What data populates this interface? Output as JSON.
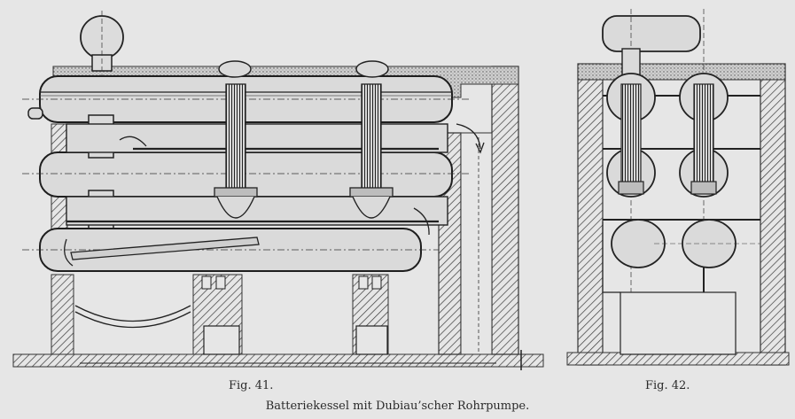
{
  "figures": {
    "left": {
      "label": "Fig. 41."
    },
    "right": {
      "label": "Fig. 42."
    }
  },
  "caption": "Batteriekessel mit Dubiau’scher Rohrpumpe."
}
